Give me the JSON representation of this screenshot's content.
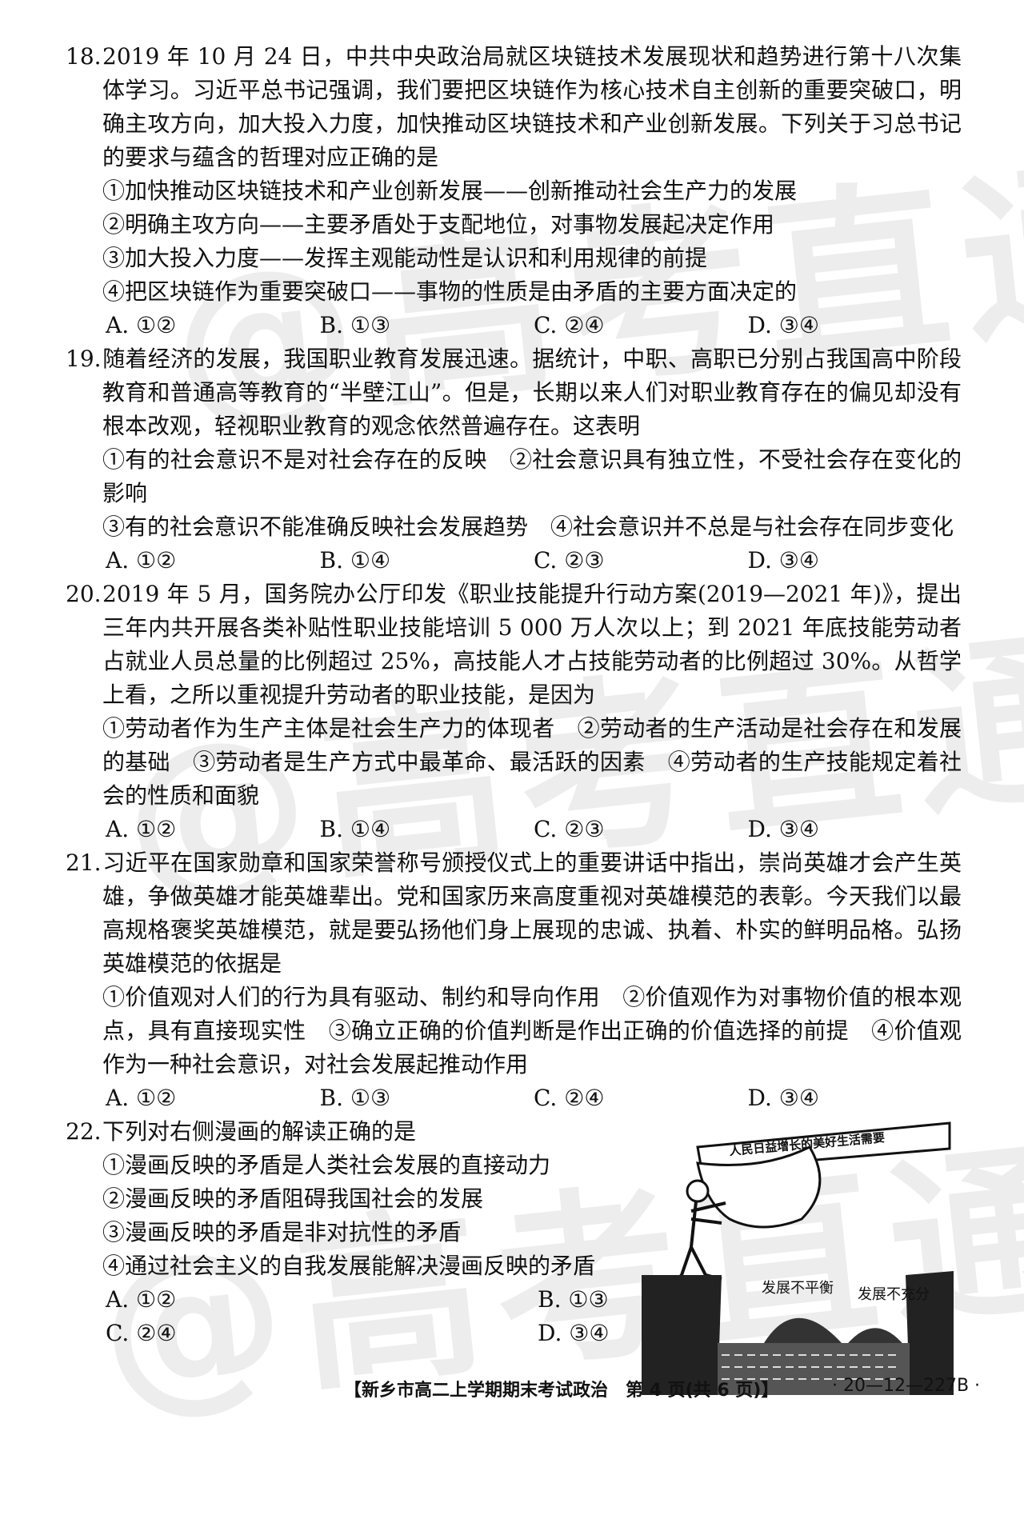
{
  "q18": {
    "num": "18.",
    "stem": "2019 年 10 月 24 日，中共中央政治局就区块链技术发展现状和趋势进行第十八次集体学习。习近平总书记强调，我们要把区块链作为核心技术自主创新的重要突破口，明确主攻方向，加大投入力度，加快推动区块链技术和产业创新发展。下列关于习总书记的要求与蕴含的哲理对应正确的是",
    "items": [
      "①加快推动区块链技术和产业创新发展——创新推动社会生产力的发展",
      "②明确主攻方向——主要矛盾处于支配地位，对事物发展起决定作用",
      "③加大投入力度——发挥主观能动性是认识和利用规律的前提",
      "④把区块链作为重要突破口——事物的性质是由矛盾的主要方面决定的"
    ],
    "choices": [
      "A. ①②",
      "B. ①③",
      "C. ②④",
      "D. ③④"
    ]
  },
  "q19": {
    "num": "19.",
    "stem": "随着经济的发展，我国职业教育发展迅速。据统计，中职、高职已分别占我国高中阶段教育和普通高等教育的“半壁江山”。但是，长期以来人们对职业教育存在的偏见却没有根本改观，轻视职业教育的观念依然普遍存在。这表明",
    "items": [
      "①有的社会意识不是对社会存在的反映　②社会意识具有独立性，不受社会存在变化的影响",
      "③有的社会意识不能准确反映社会发展趋势　④社会意识并不总是与社会存在同步变化"
    ],
    "choices": [
      "A. ①②",
      "B. ①④",
      "C. ②③",
      "D. ③④"
    ]
  },
  "q20": {
    "num": "20.",
    "stem": "2019 年 5 月，国务院办公厅印发《职业技能提升行动方案(2019—2021 年)》，提出三年内共开展各类补贴性职业技能培训 5 000 万人次以上；到 2021 年底技能劳动者占就业人员总量的比例超过 25%，高技能人才占技能劳动者的比例超过 30%。从哲学上看，之所以重视提升劳动者的职业技能，是因为",
    "items": [
      "①劳动者作为生产主体是社会生产力的体现者　②劳动者的生产活动是社会存在和发展的基础　③劳动者是生产方式中最革命、最活跃的因素　④劳动者的生产技能规定着社会的性质和面貌"
    ],
    "choices": [
      "A. ①②",
      "B. ①④",
      "C. ②③",
      "D. ③④"
    ]
  },
  "q21": {
    "num": "21.",
    "stem": "习近平在国家勋章和国家荣誉称号颁授仪式上的重要讲话中指出，崇尚英雄才会产生英雄，争做英雄才能英雄辈出。党和国家历来高度重视对英雄模范的表彰。今天我们以最高规格褒奖英雄模范，就是要弘扬他们身上展现的忠诚、执着、朴实的鲜明品格。弘扬英雄模范的依据是",
    "items": [
      "①价值观对人们的行为具有驱动、制约和导向作用　②价值观作为对事物价值的根本观点，具有直接现实性　③确立正确的价值判断是作出正确的价值选择的前提　④价值观作为一种社会意识，对社会发展起推动作用"
    ],
    "choices": [
      "A. ①②",
      "B. ①③",
      "C. ②④",
      "D. ③④"
    ]
  },
  "q22": {
    "num": "22.",
    "stem": "下列对右侧漫画的解读正确的是",
    "items": [
      "①漫画反映的矛盾是人类社会发展的直接动力",
      "②漫画反映的矛盾阻碍我国社会的发展",
      "③漫画反映的矛盾是非对抗性的矛盾",
      "④通过社会主义的自我发展能解决漫画反映的矛盾"
    ],
    "choices": [
      "A. ①②",
      "B. ①③",
      "C. ②④",
      "D. ③④"
    ],
    "cartoon": {
      "banner": "人民日益增长的美好生活需要",
      "label_left": "发展不平衡",
      "label_right": "发展不充分"
    }
  },
  "watermark": "@高考直通车",
  "footer": {
    "center": "【新乡市高二上学期期末考试政治　第 4 页(共 6 页)】",
    "right": "· 20—12—227B ·"
  }
}
